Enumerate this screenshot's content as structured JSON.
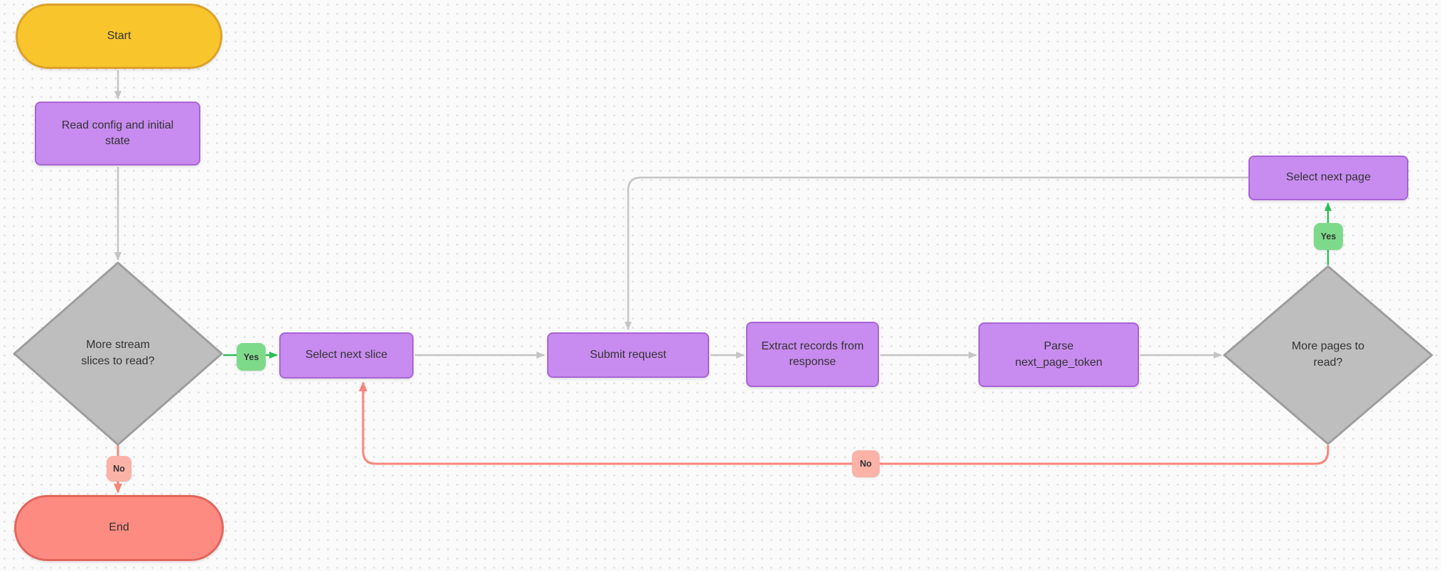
{
  "canvas": {
    "background": "#fafafa",
    "dot_color": "#dedede"
  },
  "nodes": {
    "start": {
      "label": "Start",
      "shape": "terminator",
      "fill": "#f8c52c",
      "border": "#dca22b"
    },
    "read_config": {
      "label": "Read config and initial\nstate",
      "shape": "process",
      "fill": "#c88bef",
      "border": "#a964d6"
    },
    "more_slices": {
      "label": "More stream\nslices to read?",
      "shape": "decision",
      "fill": "#bebebe",
      "border": "#9d9d9d"
    },
    "select_next_slice": {
      "label": "Select next slice",
      "shape": "process",
      "fill": "#c88bef",
      "border": "#a964d6"
    },
    "submit_request": {
      "label": "Submit request",
      "shape": "process",
      "fill": "#c88bef",
      "border": "#a964d6"
    },
    "extract_records": {
      "label": "Extract records from\nresponse",
      "shape": "process",
      "fill": "#c88bef",
      "border": "#a964d6"
    },
    "parse_token": {
      "label": "Parse\nnext_page_token",
      "shape": "process",
      "fill": "#c88bef",
      "border": "#a964d6"
    },
    "more_pages": {
      "label": "More pages to\nread?",
      "shape": "decision",
      "fill": "#bebebe",
      "border": "#9d9d9d"
    },
    "select_next_page": {
      "label": "Select next page",
      "shape": "process",
      "fill": "#c88bef",
      "border": "#a964d6"
    },
    "end": {
      "label": "End",
      "shape": "terminator",
      "fill": "#fe8b81",
      "border": "#e2655c"
    }
  },
  "edges": [
    {
      "from": "start",
      "to": "read_config",
      "color": "#c5c5c5"
    },
    {
      "from": "read_config",
      "to": "more_slices",
      "color": "#c5c5c5"
    },
    {
      "from": "more_slices",
      "to": "select_next_slice",
      "label": "Yes",
      "color": "#2fbe57"
    },
    {
      "from": "select_next_slice",
      "to": "submit_request",
      "color": "#c5c5c5"
    },
    {
      "from": "submit_request",
      "to": "extract_records",
      "color": "#c5c5c5"
    },
    {
      "from": "extract_records",
      "to": "parse_token",
      "color": "#c5c5c5"
    },
    {
      "from": "parse_token",
      "to": "more_pages",
      "color": "#c5c5c5"
    },
    {
      "from": "more_pages",
      "to": "select_next_page",
      "label": "Yes",
      "color": "#2fbe57"
    },
    {
      "from": "select_next_page",
      "to": "submit_request",
      "color": "#c5c5c5"
    },
    {
      "from": "more_pages",
      "to": "select_next_slice",
      "label": "No",
      "color": "#f9857b"
    },
    {
      "from": "more_slices",
      "to": "end",
      "label": "No",
      "color": "#f9857b"
    }
  ],
  "colors": {
    "process_fill": "#c88bef",
    "process_border": "#a964d6",
    "start_fill": "#f8c52c",
    "start_border": "#dca22b",
    "end_fill": "#fe8b81",
    "end_border": "#e2655c",
    "decision_fill": "#bebebe",
    "decision_border": "#9d9d9d",
    "yes_badge": "#7eda8b",
    "no_badge": "#fbb3a8",
    "green_edge": "#2fbe57",
    "red_edge": "#f9857b",
    "gray_edge": "#c5c5c5",
    "text": "#333333"
  }
}
